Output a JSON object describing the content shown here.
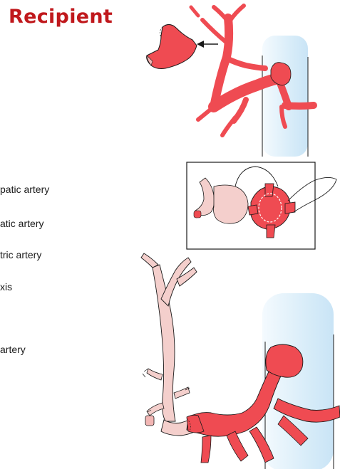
{
  "title": "Recipient",
  "labels": [
    "patic artery",
    "atic artery",
    "tric artery",
    "xis",
    "artery"
  ],
  "colors": {
    "title": "#c0181c",
    "artery_red": "#ef4b52",
    "artery_pale": "#f4cfcc",
    "vessel_blue": "#dbeefa",
    "outline": "#1a1a1a"
  }
}
